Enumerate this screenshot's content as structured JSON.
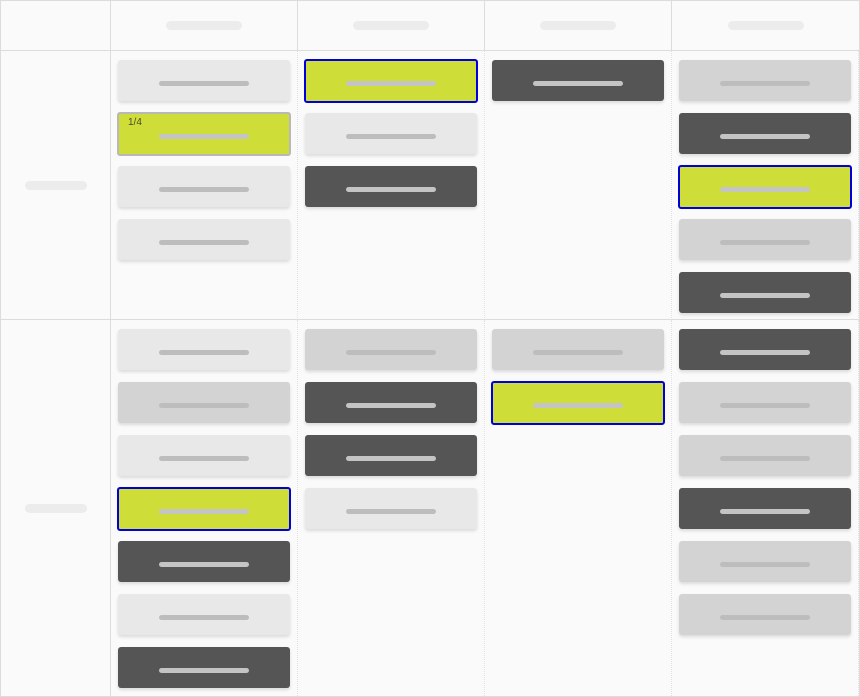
{
  "board": {
    "columns": [
      {
        "label": ""
      },
      {
        "label": ""
      },
      {
        "label": ""
      },
      {
        "label": ""
      }
    ],
    "rows": [
      {
        "label": "",
        "cells": [
          [
            {
              "style": "light",
              "label": ""
            },
            {
              "style": "highlight",
              "focus": "grey",
              "label": "",
              "count": "1/4"
            },
            {
              "style": "light",
              "label": ""
            },
            {
              "style": "light",
              "label": ""
            }
          ],
          [
            {
              "style": "highlight",
              "focus": "blue",
              "label": ""
            },
            {
              "style": "light",
              "label": ""
            },
            {
              "style": "dark",
              "label": ""
            }
          ],
          [
            {
              "style": "dark",
              "label": ""
            }
          ],
          [
            {
              "style": "mid",
              "label": ""
            },
            {
              "style": "dark",
              "label": ""
            },
            {
              "style": "highlight",
              "focus": "blue",
              "label": ""
            },
            {
              "style": "mid",
              "label": ""
            },
            {
              "style": "dark",
              "label": ""
            }
          ]
        ]
      },
      {
        "label": "",
        "cells": [
          [
            {
              "style": "light",
              "label": ""
            },
            {
              "style": "mid",
              "label": ""
            },
            {
              "style": "light",
              "label": ""
            },
            {
              "style": "highlight",
              "focus": "blue",
              "label": ""
            },
            {
              "style": "dark",
              "label": ""
            },
            {
              "style": "light",
              "label": ""
            },
            {
              "style": "dark",
              "label": ""
            }
          ],
          [
            {
              "style": "mid",
              "label": ""
            },
            {
              "style": "dark",
              "label": ""
            },
            {
              "style": "dark",
              "label": ""
            },
            {
              "style": "light",
              "label": ""
            }
          ],
          [
            {
              "style": "mid",
              "label": ""
            },
            {
              "style": "highlight",
              "focus": "blue",
              "label": ""
            }
          ],
          [
            {
              "style": "dark",
              "label": ""
            },
            {
              "style": "mid",
              "label": ""
            },
            {
              "style": "mid",
              "label": ""
            },
            {
              "style": "dark",
              "label": ""
            },
            {
              "style": "mid",
              "label": ""
            },
            {
              "style": "mid",
              "label": ""
            }
          ]
        ]
      }
    ],
    "colors": {
      "highlight": "#cfdd38",
      "focus_border": "#0000dd",
      "dark_card": "#555555",
      "light_card": "#e8e8e8",
      "mid_card": "#d3d3d3",
      "background": "#fafafa"
    }
  }
}
